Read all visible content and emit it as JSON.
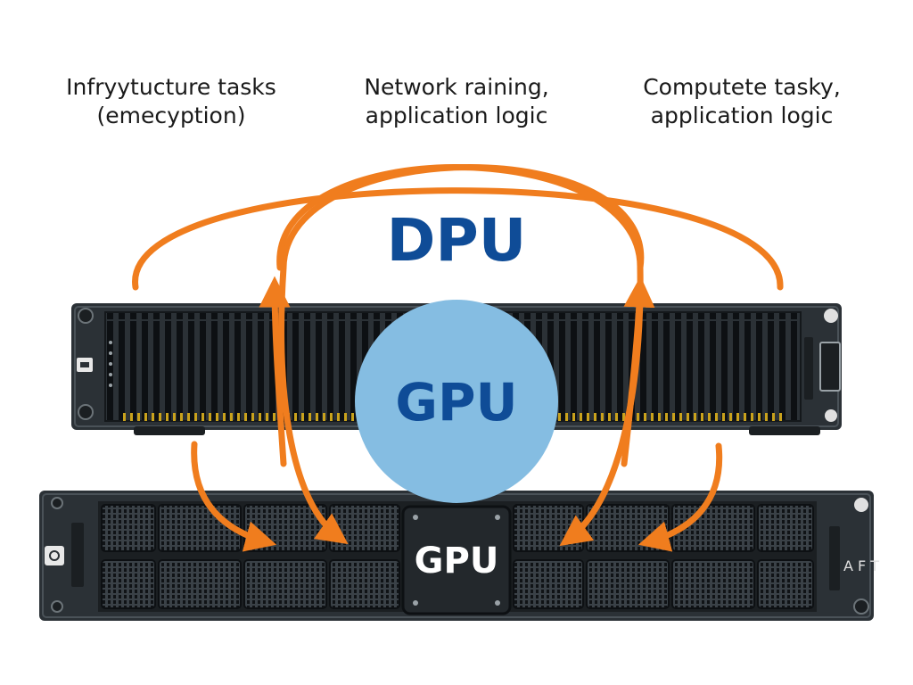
{
  "captions": {
    "left": {
      "line1": "Infryytucture tasks",
      "line2": "(emecyption)"
    },
    "middle": {
      "line1": "Network raining,",
      "line2": "application logic"
    },
    "right": {
      "line1": "Computete tasky,",
      "line2": "application logic"
    }
  },
  "labels": {
    "dpu": "DPU",
    "gpu_circle": "GPU",
    "gpu_panel": "GPU",
    "side_marking": "A F T"
  },
  "colors": {
    "arrow": "#f07d1e",
    "dpu_text": "#0f4c97",
    "gpu_circle_fill": "#85bde2",
    "gpu_circle_text": "#0f4c97",
    "chassis": "#2b3136",
    "chassis_dark": "#14181b",
    "vent_accent": "#c9a21c",
    "gpu_panel_text": "#ffffff"
  },
  "icons": {
    "usb_port": "usb-port-icon",
    "power": "power-button-icon"
  }
}
